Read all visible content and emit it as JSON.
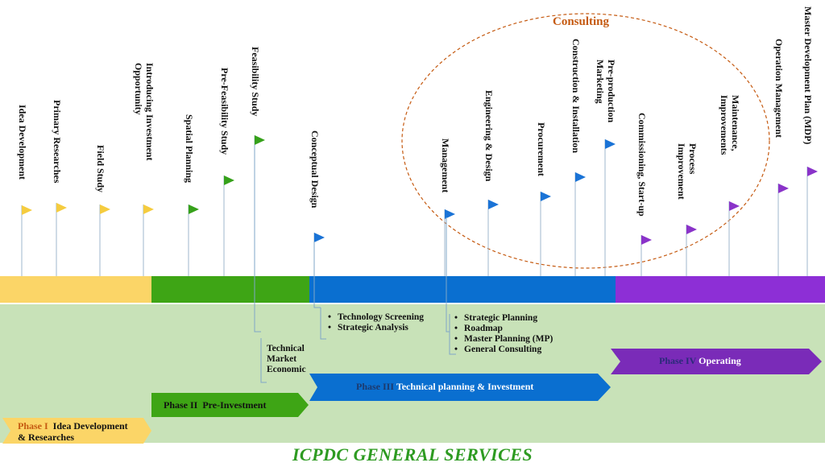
{
  "colors": {
    "phase1": "#fbd567",
    "phase2": "#3ea515",
    "phase3": "#0a6fd0",
    "phase4": "#8d2fd6",
    "background_panel": "#c8e2b8",
    "consulting": "#c55a11",
    "title": "#2e9b22"
  },
  "milestones": [
    {
      "label": "Idea Development",
      "flag": "yellow"
    },
    {
      "label": "Primary Researches",
      "flag": "yellow"
    },
    {
      "label": "Field Study",
      "flag": "yellow"
    },
    {
      "label": "Introducing Investment\nOpportunity",
      "flag": "yellow"
    },
    {
      "label": "Spatial Planning",
      "flag": "green"
    },
    {
      "label": "Pre-Feasibility Study",
      "flag": "green"
    },
    {
      "label": "Feasibility Study",
      "flag": "green"
    },
    {
      "label": "Conceptual Design",
      "flag": "blue"
    },
    {
      "label": "Management",
      "flag": "blue"
    },
    {
      "label": "Engineering & Design",
      "flag": "blue"
    },
    {
      "label": "Procurement",
      "flag": "blue"
    },
    {
      "label": "Construction & Installation",
      "flag": "blue"
    },
    {
      "label": "Pre-production\nMarketing",
      "flag": "blue"
    },
    {
      "label": "Commissioning, Start-up",
      "flag": "purple"
    },
    {
      "label": "Process\nImprovement",
      "flag": "purple"
    },
    {
      "label": "Maintenance,\nImprovements",
      "flag": "purple"
    },
    {
      "label": "Operation Management",
      "flag": "purple"
    },
    {
      "label": "Master Development Plan (MDP)",
      "flag": "purple"
    }
  ],
  "consulting_label": "Consulting",
  "lists": {
    "conceptual": [
      "Technology Screening",
      "Strategic Analysis"
    ],
    "management": [
      "Strategic Planning",
      "Roadmap",
      "Master Planning (MP)",
      "General Consulting"
    ],
    "feasibility": [
      "Technical",
      "Market",
      "Economic"
    ]
  },
  "phases": [
    {
      "tag": "Phase I",
      "name": "Idea Development\n& Researches"
    },
    {
      "tag": "Phase II",
      "name": "Pre-Investment"
    },
    {
      "tag": "Phase III",
      "name": "Technical planning & Investment"
    },
    {
      "tag": "Phase IV",
      "name": "Operating"
    }
  ],
  "footer_title": "ICPDC  GENERAL SERVICES"
}
